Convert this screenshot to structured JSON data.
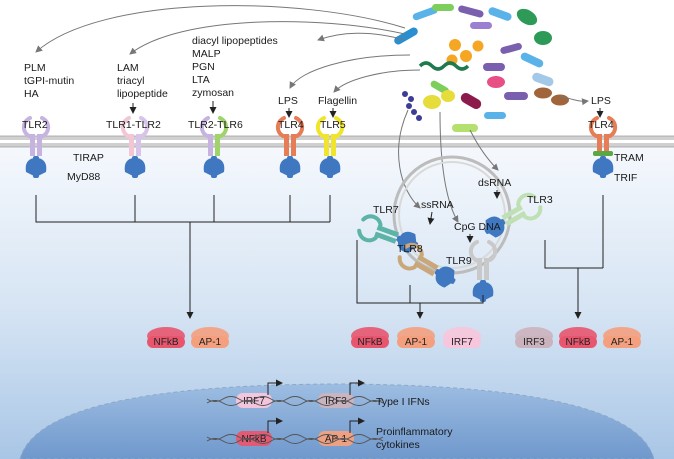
{
  "ligands": {
    "tlr2": [
      "PLM",
      "tGPI-mutin",
      "HA"
    ],
    "tlr1_tlr2": [
      "LAM",
      "triacyl",
      "lipopeptide"
    ],
    "tlr2_tlr6": [
      "diacyl lipopeptides",
      "MALP",
      "PGN",
      "LTA",
      "zymosan"
    ],
    "tlr4": "LPS",
    "tlr5": "Flagellin",
    "tlr4_right": "LPS"
  },
  "receptors": {
    "tlr2": "TLR2",
    "tlr1_tlr2": "TLR1-TLR2",
    "tlr2_tlr6": "TLR2-TLR6",
    "tlr4": "TLR4",
    "tlr5": "TLR5",
    "tlr4_right": "TLR4",
    "tlr7": "TLR7",
    "tlr8": "TLR8",
    "tlr9": "TLR9",
    "tlr3": "TLR3"
  },
  "adaptors": {
    "tirap": "TIRAP",
    "myd88": "MyD88",
    "tram": "TRAM",
    "trif": "TRIF"
  },
  "endosome": {
    "ssrna": "ssRNA",
    "cpg": "CpG DNA",
    "dsrna": "dsRNA"
  },
  "tf_groups": {
    "left": [
      "NFkB",
      "AP-1"
    ],
    "middle": [
      "NFkB",
      "AP-1",
      "IRF7"
    ],
    "right": [
      "IRF3",
      "NFkB",
      "AP-1"
    ]
  },
  "nucleus": {
    "irf7": "IRF7",
    "irf3": "IRF3",
    "nfkb": "NFkB",
    "ap1": "AP-1",
    "type1": "Type I IFNs",
    "proinflam_1": "Proinflammatory",
    "proinflam_2": "cytokines"
  },
  "colors": {
    "nfkb": "#e8566e",
    "ap1": "#f4a07e",
    "irf7": "#f7c6dc",
    "irf3": "#cbb3bd",
    "tir": "#3f78c0",
    "membrane": "#c9c9c9",
    "cytoplasm_top": "#f4f8fd",
    "cytoplasm_bottom": "#a9c6e6",
    "nucleus": "#7fa6d4"
  }
}
